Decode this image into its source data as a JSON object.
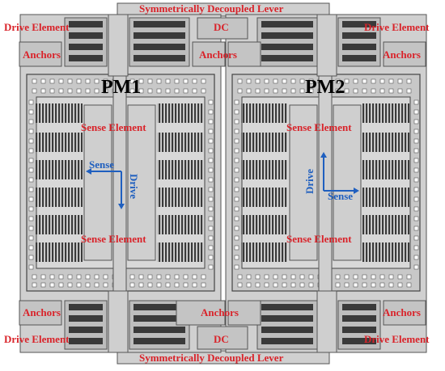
{
  "title_label": "Symmetrically Decoupled Lever",
  "pm_labels": [
    "PM1",
    "PM2"
  ],
  "labels": {
    "drive_element": "Drive Element",
    "anchors": "Anchors",
    "dc": "DC",
    "sense_element": "Sense Element",
    "sense": "Sense",
    "drive": "Drive"
  },
  "colors": {
    "label_red": "#d9232a",
    "arrow_blue": "#1f5fbf",
    "structure_fill": "#d0d0d0",
    "structure_stroke": "#555555",
    "comb_dark": "#3a3a3a"
  }
}
